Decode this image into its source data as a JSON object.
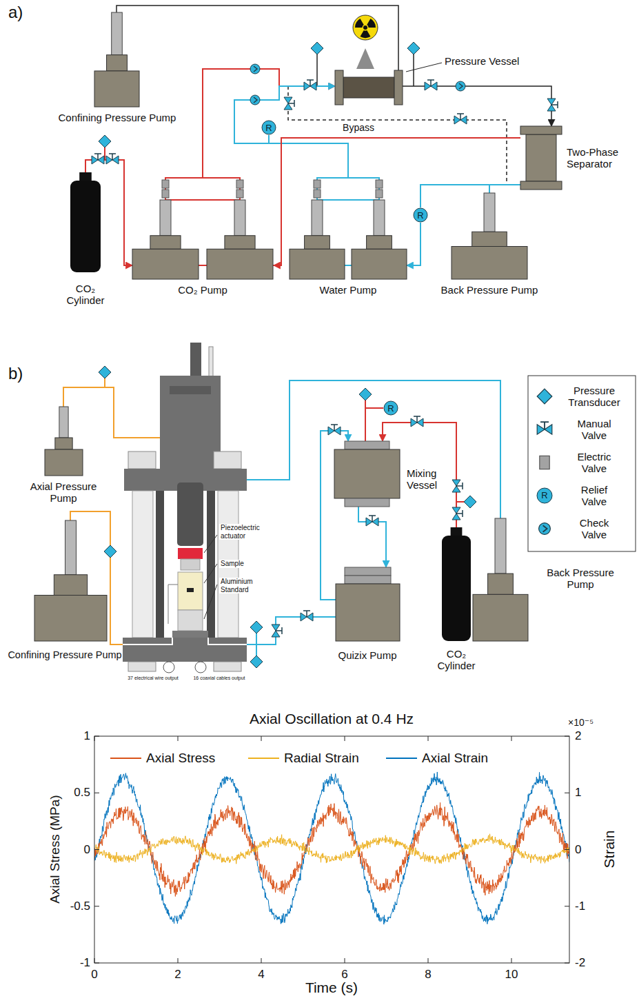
{
  "diagram": {
    "nodes": [
      {
        "text": [
          "Confining Pressure Pump"
        ]
      },
      {
        "text": [
          "CO₂ Cylinder"
        ]
      },
      {
        "text": [
          "CO₂ Pump"
        ]
      },
      {
        "text": [
          "Water Pump"
        ]
      },
      {
        "text": [
          "Back Pressure Pump"
        ]
      },
      {
        "text": [
          "Pressure Vessel"
        ]
      },
      {
        "text": [
          "Two-Phase Separator"
        ]
      },
      {
        "text": [
          "R"
        ]
      },
      {
        "text": [
          "R"
        ]
      },
      {
        "text": [
          "Axial Pressure Pump"
        ]
      },
      {
        "text": [
          "Confining Pressure Pump"
        ]
      },
      {
        "text": [
          "Piezoelectric actuator",
          "Sample",
          "Aluminium Standard",
          "37 electrical wire output",
          "16 coaxial cables output"
        ]
      },
      {
        "text": [
          "Mixing Vessel"
        ]
      },
      {
        "text": [
          "R"
        ]
      },
      {
        "text": [
          "Quizix Pump"
        ]
      },
      {
        "text": [
          "CO₂ Cylinder"
        ]
      },
      {
        "text": [
          "Back Pressure Pump"
        ]
      }
    ],
    "edges": [
      {
        "from": 0,
        "to": 5,
        "arrow": "none"
      },
      {
        "from": 1,
        "to": 2,
        "arrow": "to"
      },
      {
        "from": 2,
        "to": 5,
        "arrow": "to"
      },
      {
        "from": 3,
        "to": 5,
        "arrow": "to"
      },
      {
        "from": 7,
        "to": 3,
        "arrow": "none"
      },
      {
        "from": 5,
        "to": 6,
        "arrow": "to"
      },
      {
        "from": 6,
        "to": 2,
        "arrow": "to"
      },
      {
        "from": 6,
        "to": 4,
        "arrow": "none"
      },
      {
        "from": 6,
        "to": 8,
        "arrow": "none"
      },
      {
        "from": 8,
        "to": 3,
        "arrow": "to"
      },
      {
        "from": 9,
        "to": 11,
        "arrow": "none"
      },
      {
        "from": 10,
        "to": 11,
        "arrow": "none"
      },
      {
        "from": 11,
        "to": 14,
        "arrow": "none"
      },
      {
        "from": 11,
        "to": 16,
        "arrow": "none"
      },
      {
        "from": 14,
        "to": 12,
        "arrow": "to"
      },
      {
        "from": 12,
        "to": 14,
        "arrow": "to"
      },
      {
        "from": 15,
        "to": 12,
        "arrow": "to"
      },
      {
        "from": 13,
        "to": 12,
        "arrow": "none"
      }
    ],
    "labels": [
      "a)",
      "Bypass",
      "b)",
      "R",
      "Axial Oscillation at 0.4 Hz",
      "Axial Stress (MPa)",
      "Strain",
      "Time (s)",
      "×10⁻⁵",
      "1",
      "0.5",
      "0",
      "-0.5",
      "-1",
      "2",
      "1",
      "0",
      "-1",
      "-2",
      "0",
      "2",
      "4",
      "6",
      "8",
      "10"
    ],
    "legend": [
      {
        "text": "Pressure Transducer"
      },
      {
        "text": "Manual Valve"
      },
      {
        "text": "Electric Valve"
      },
      {
        "text": "Relief Valve"
      },
      {
        "text": "Check Valve"
      },
      {
        "text": "Axial Stress"
      },
      {
        "text": "Radial Strain"
      },
      {
        "text": "Axial Strain"
      }
    ]
  }
}
